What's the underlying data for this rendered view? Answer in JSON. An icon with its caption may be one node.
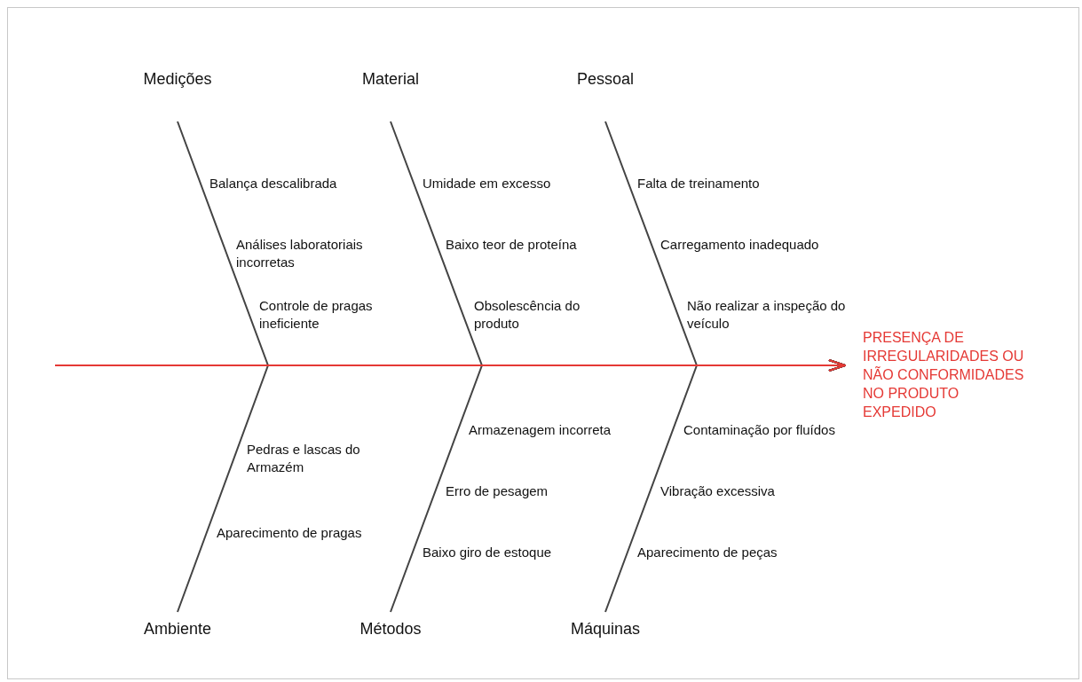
{
  "diagram": {
    "nodes": [
      {
        "text": [
          "Medições"
        ]
      },
      {
        "text": [
          "Material"
        ]
      },
      {
        "text": [
          "Pessoal"
        ]
      },
      {
        "text": [
          "Ambiente"
        ]
      },
      {
        "text": [
          "Métodos"
        ]
      },
      {
        "text": [
          "Máquinas"
        ]
      },
      {
        "text": [
          "PRESENÇA DE IRREGULARIDADES OU NÃO CONFORMIDADES NO PRODUTO EXPEDIDO"
        ]
      }
    ],
    "edges": [
      {
        "from": 0,
        "to": 6,
        "arrow": "to"
      },
      {
        "from": 1,
        "to": 6,
        "arrow": "to"
      },
      {
        "from": 2,
        "to": 6,
        "arrow": "to"
      },
      {
        "from": 3,
        "to": 6,
        "arrow": "to"
      },
      {
        "from": 4,
        "to": 6,
        "arrow": "to"
      },
      {
        "from": 5,
        "to": 6,
        "arrow": "to"
      },
      {
        "from": null,
        "to": 6,
        "arrow": "to",
        "color": "#e53935"
      }
    ],
    "labels": [
      "Balança descalibrada",
      "Umidade em excesso",
      "Falta de treinamento",
      "Análises laboratoriais incorretas",
      "Baixo teor de proteína",
      "Carregamento inadequado",
      "Controle de pragas ineficiente",
      "Obsolescência do produto",
      "Não realizar a inspeção do veículo",
      "Armazenagem incorreta",
      "Contaminação por fluídos",
      "Pedras e lascas do Armazém",
      "Erro de pesagem",
      "Vibração excessiva",
      "Aparecimento de pragas",
      "Baixo giro de estoque",
      "Aparecimento de peças"
    ]
  }
}
